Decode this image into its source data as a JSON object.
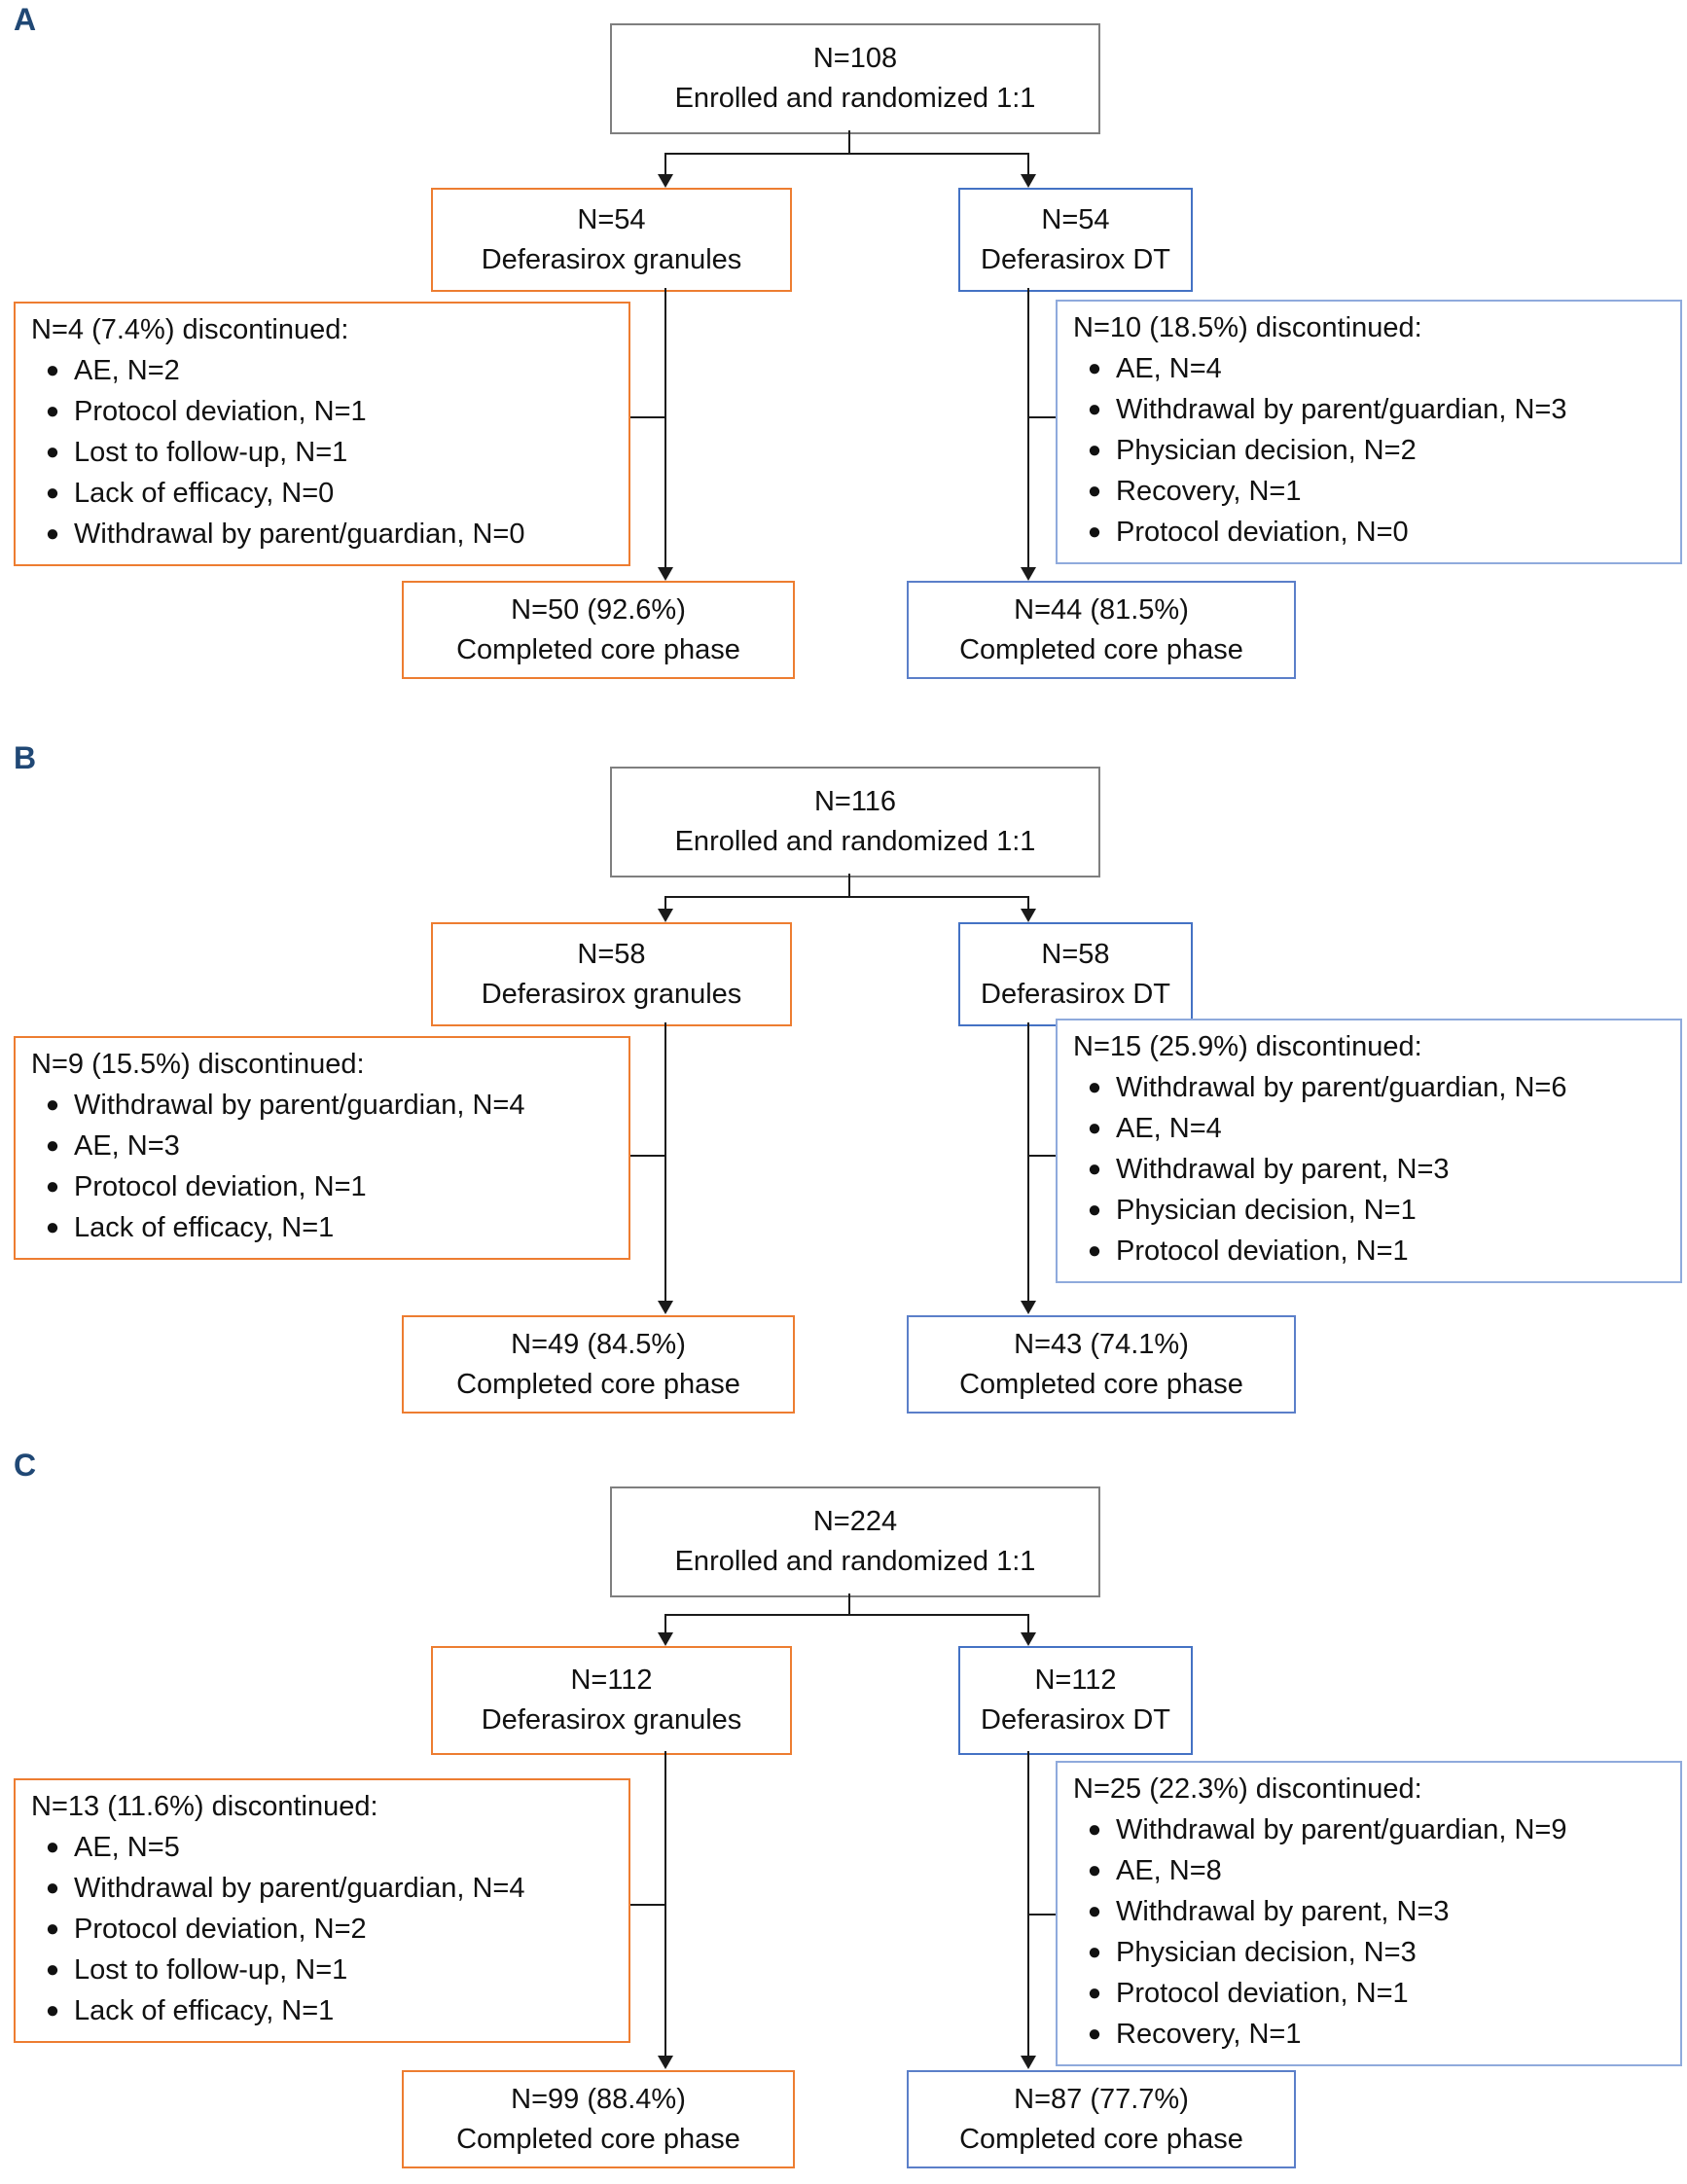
{
  "figure_title": "Patient disposition flow diagram (core phase)",
  "colors": {
    "accent_orange": "#ED7D31",
    "accent_blue": "#4472C4",
    "completed_blue": "#5B7FC9",
    "discontinued_light_blue": "#8FAADC",
    "enrolled_gray_border": "#7F7F7F",
    "panel_label_navy": "#204875",
    "connector_black": "#1a1a1a"
  },
  "panels": [
    {
      "label": "A",
      "top": {
        "n": "N=108",
        "text": "Enrolled and randomized 1:1"
      },
      "left_arm": {
        "n": "N=54",
        "text": "Deferasirox granules"
      },
      "right_arm": {
        "n": "N=54",
        "text": "Deferasirox DT"
      },
      "left_discontinued": {
        "title": "N=4 (7.4%) discontinued:",
        "items": [
          "AE, N=2",
          "Protocol deviation, N=1",
          "Lost to follow-up, N=1",
          "Lack of efficacy, N=0",
          "Withdrawal by parent/guardian, N=0"
        ]
      },
      "right_discontinued": {
        "title": "N=10 (18.5%) discontinued:",
        "items": [
          "AE, N=4",
          "Withdrawal by parent/guardian, N=3",
          "Physician decision, N=2",
          "Recovery, N=1",
          "Protocol deviation, N=0"
        ]
      },
      "left_completed": {
        "n": "N=50 (92.6%)",
        "text": "Completed core phase"
      },
      "right_completed": {
        "n": "N=44 (81.5%)",
        "text": "Completed core phase"
      }
    },
    {
      "label": "B",
      "top": {
        "n": "N=116",
        "text": "Enrolled and randomized 1:1"
      },
      "left_arm": {
        "n": "N=58",
        "text": "Deferasirox granules"
      },
      "right_arm": {
        "n": "N=58",
        "text": "Deferasirox DT"
      },
      "left_discontinued": {
        "title": "N=9 (15.5%) discontinued:",
        "items": [
          "Withdrawal by parent/guardian, N=4",
          "AE, N=3",
          "Protocol deviation, N=1",
          "Lack of efficacy, N=1"
        ]
      },
      "right_discontinued": {
        "title": "N=15 (25.9%) discontinued:",
        "items": [
          "Withdrawal by parent/guardian, N=6",
          "AE, N=4",
          "Withdrawal by parent, N=3",
          "Physician decision, N=1",
          "Protocol deviation, N=1"
        ]
      },
      "left_completed": {
        "n": "N=49 (84.5%)",
        "text": "Completed core phase"
      },
      "right_completed": {
        "n": "N=43 (74.1%)",
        "text": "Completed core phase"
      }
    },
    {
      "label": "C",
      "top": {
        "n": "N=224",
        "text": "Enrolled and randomized 1:1"
      },
      "left_arm": {
        "n": "N=112",
        "text": "Deferasirox granules"
      },
      "right_arm": {
        "n": "N=112",
        "text": "Deferasirox DT"
      },
      "left_discontinued": {
        "title": "N=13 (11.6%) discontinued:",
        "items": [
          "AE, N=5",
          "Withdrawal by parent/guardian, N=4",
          "Protocol deviation, N=2",
          "Lost to follow-up, N=1",
          "Lack of efficacy, N=1"
        ]
      },
      "right_discontinued": {
        "title": "N=25 (22.3%) discontinued:",
        "items": [
          "Withdrawal by parent/guardian, N=9",
          "AE, N=8",
          "Withdrawal by parent, N=3",
          "Physician decision, N=3",
          "Protocol deviation, N=1",
          "Recovery, N=1"
        ]
      },
      "left_completed": {
        "n": "N=99 (88.4%)",
        "text": "Completed core phase"
      },
      "right_completed": {
        "n": "N=87 (77.7%)",
        "text": "Completed core phase"
      }
    }
  ]
}
